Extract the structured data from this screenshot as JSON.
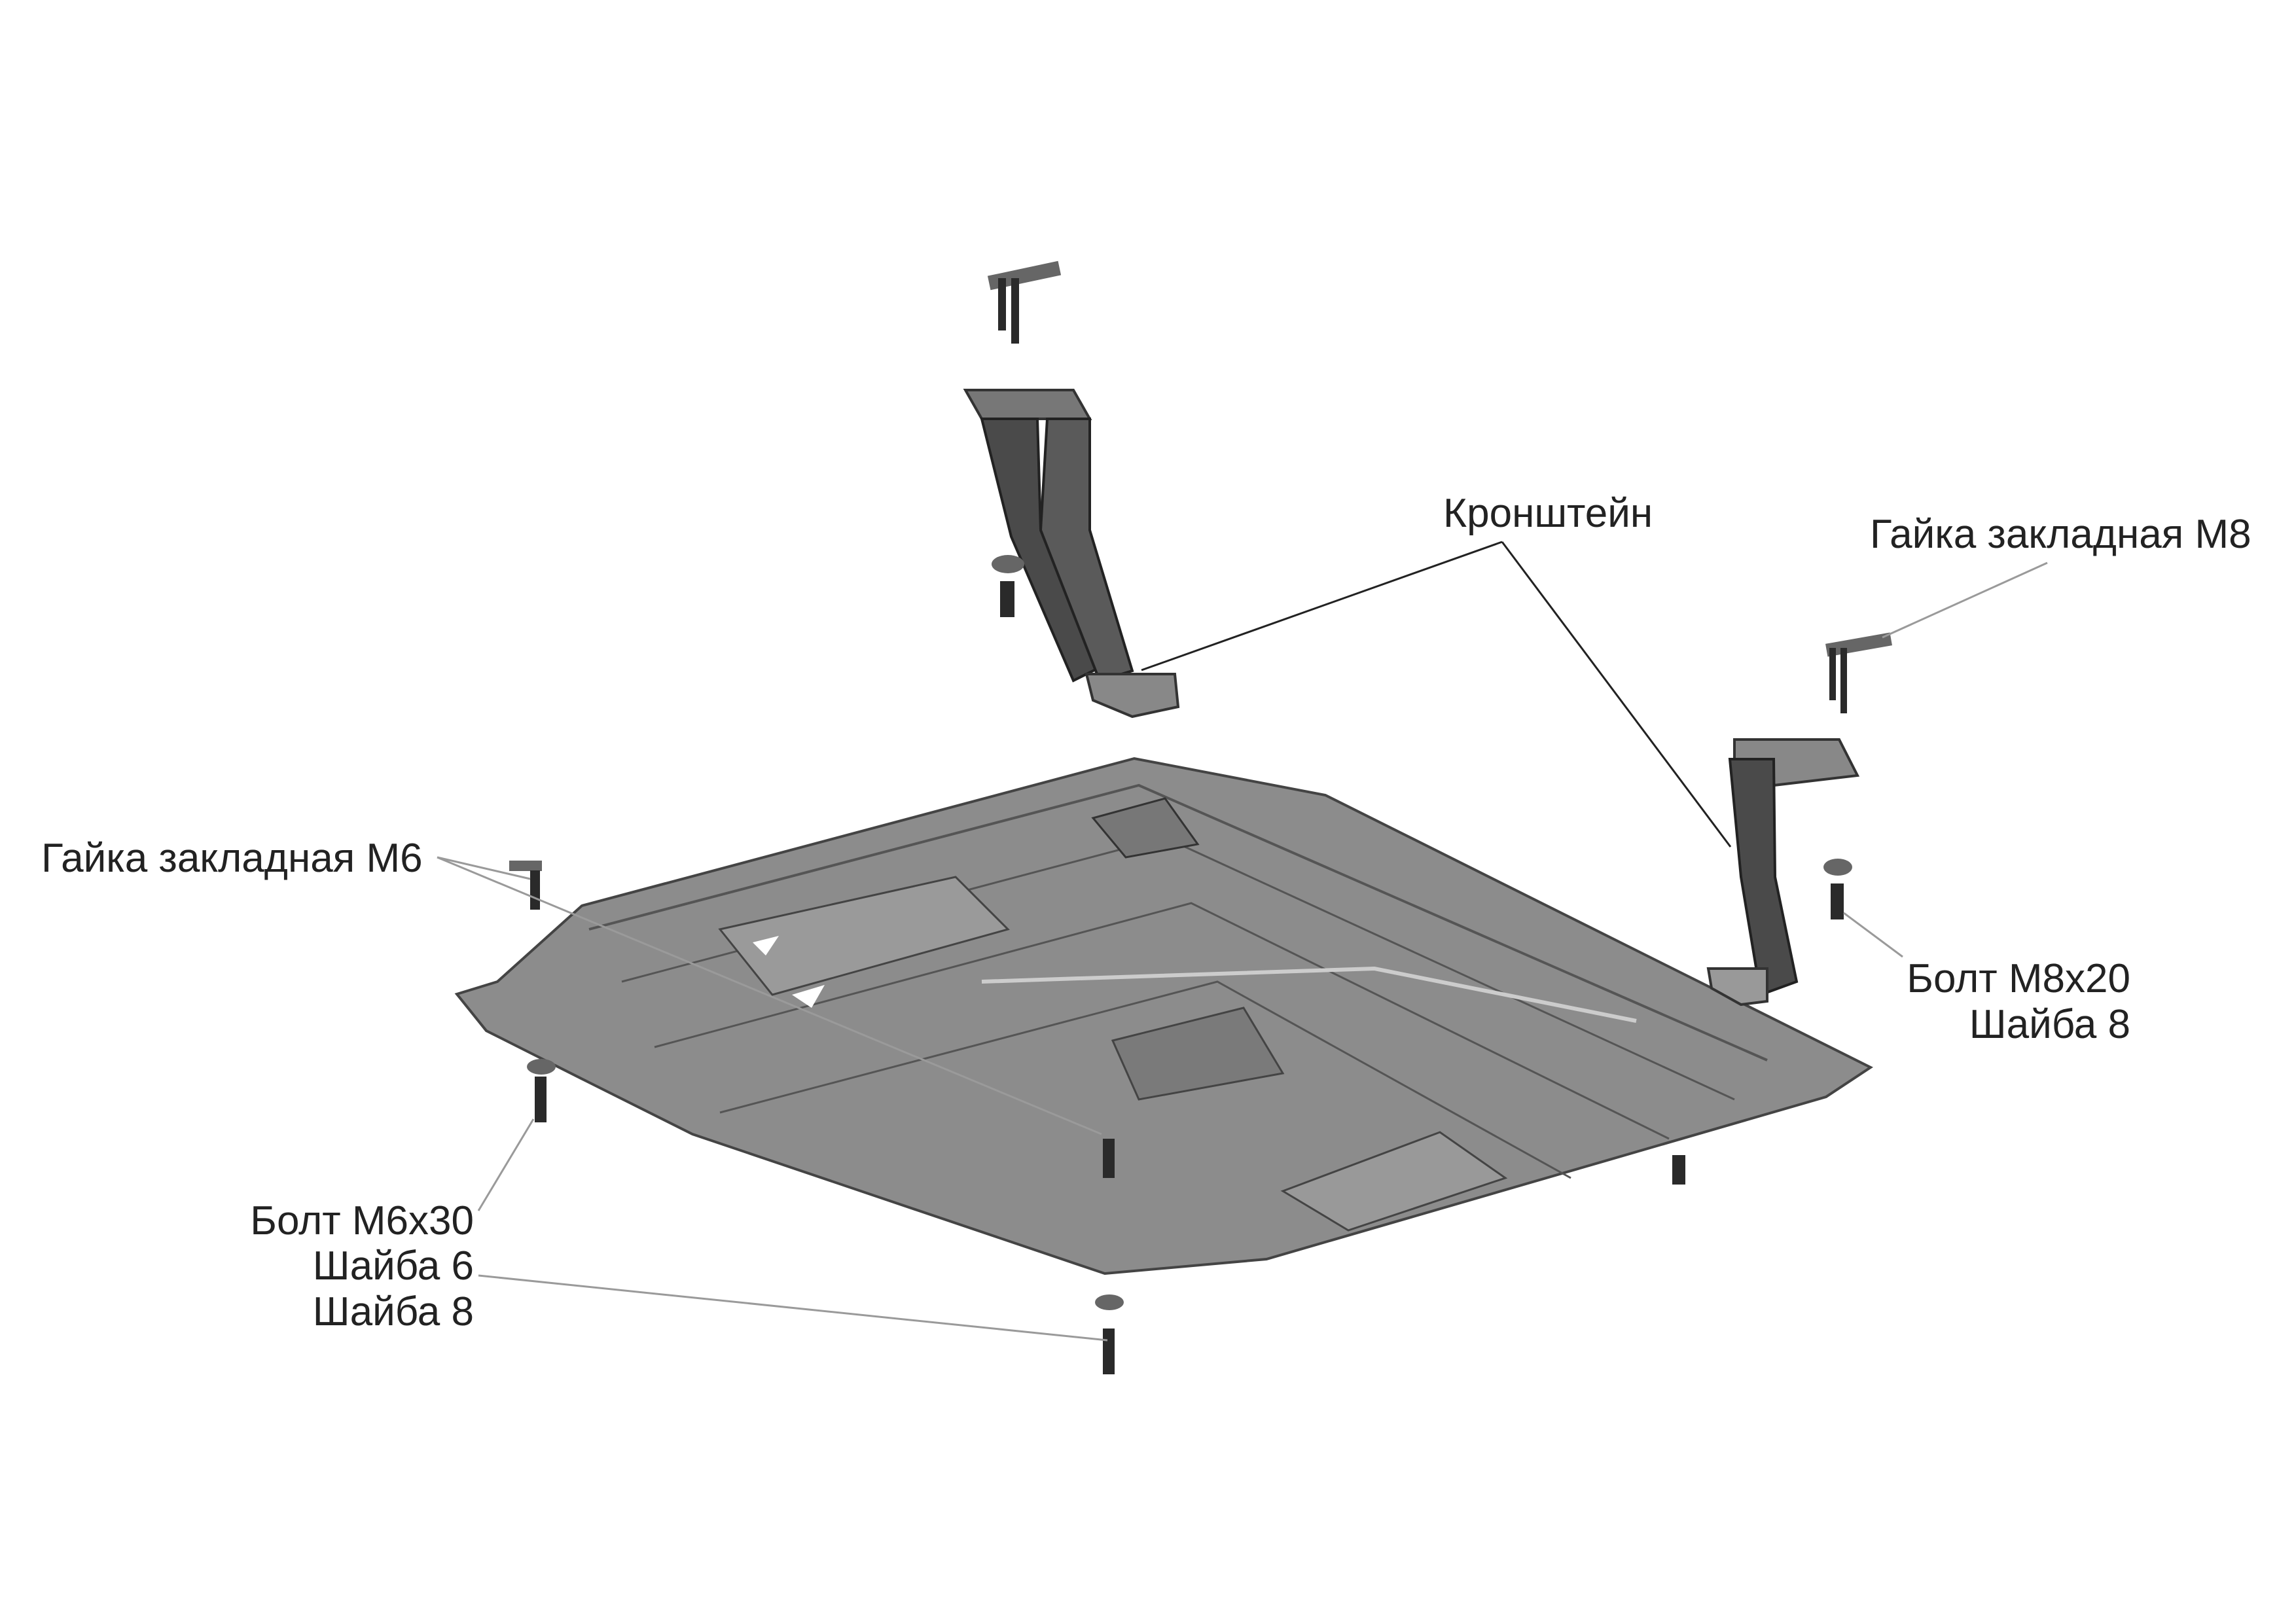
{
  "labels": {
    "bracket": "Кронштейн",
    "nut_m8": "Гайка закладная М8",
    "nut_m6": "Гайка закладная М6",
    "bolt_m8_line1": "Болт М8х20",
    "bolt_m8_line2": "Шайба 8",
    "bolt_m6_line1": "Болт М6х30",
    "bolt_m6_line2": "Шайба 6",
    "bolt_m6_line3": "Шайба 8"
  },
  "colors": {
    "plate": "#8c8c8c",
    "plate_lines": "#444444",
    "bracket": "#4a4a4a",
    "fastener": "#2a2a2a",
    "leader_dark": "#222222",
    "leader_light": "#9a9a9a"
  }
}
